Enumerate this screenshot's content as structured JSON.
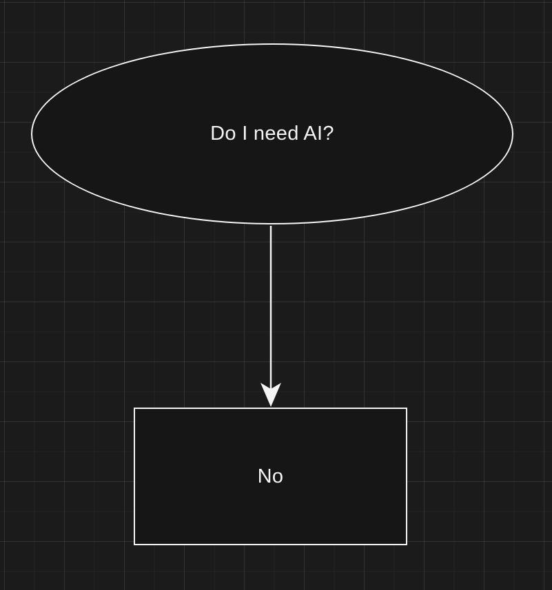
{
  "theme": {
    "bg_color": "#1b1b1b",
    "stroke_color": "#f5f5f5",
    "text_color": "#f5f5f5",
    "node_fill": "#161616"
  },
  "diagram": {
    "type": "flowchart",
    "nodes": [
      {
        "id": "question",
        "shape": "ellipse",
        "label": "Do I need AI?"
      },
      {
        "id": "answer",
        "shape": "rectangle",
        "label": "No"
      }
    ],
    "edges": [
      {
        "from": "question",
        "to": "answer",
        "style": "arrow-down"
      }
    ]
  }
}
